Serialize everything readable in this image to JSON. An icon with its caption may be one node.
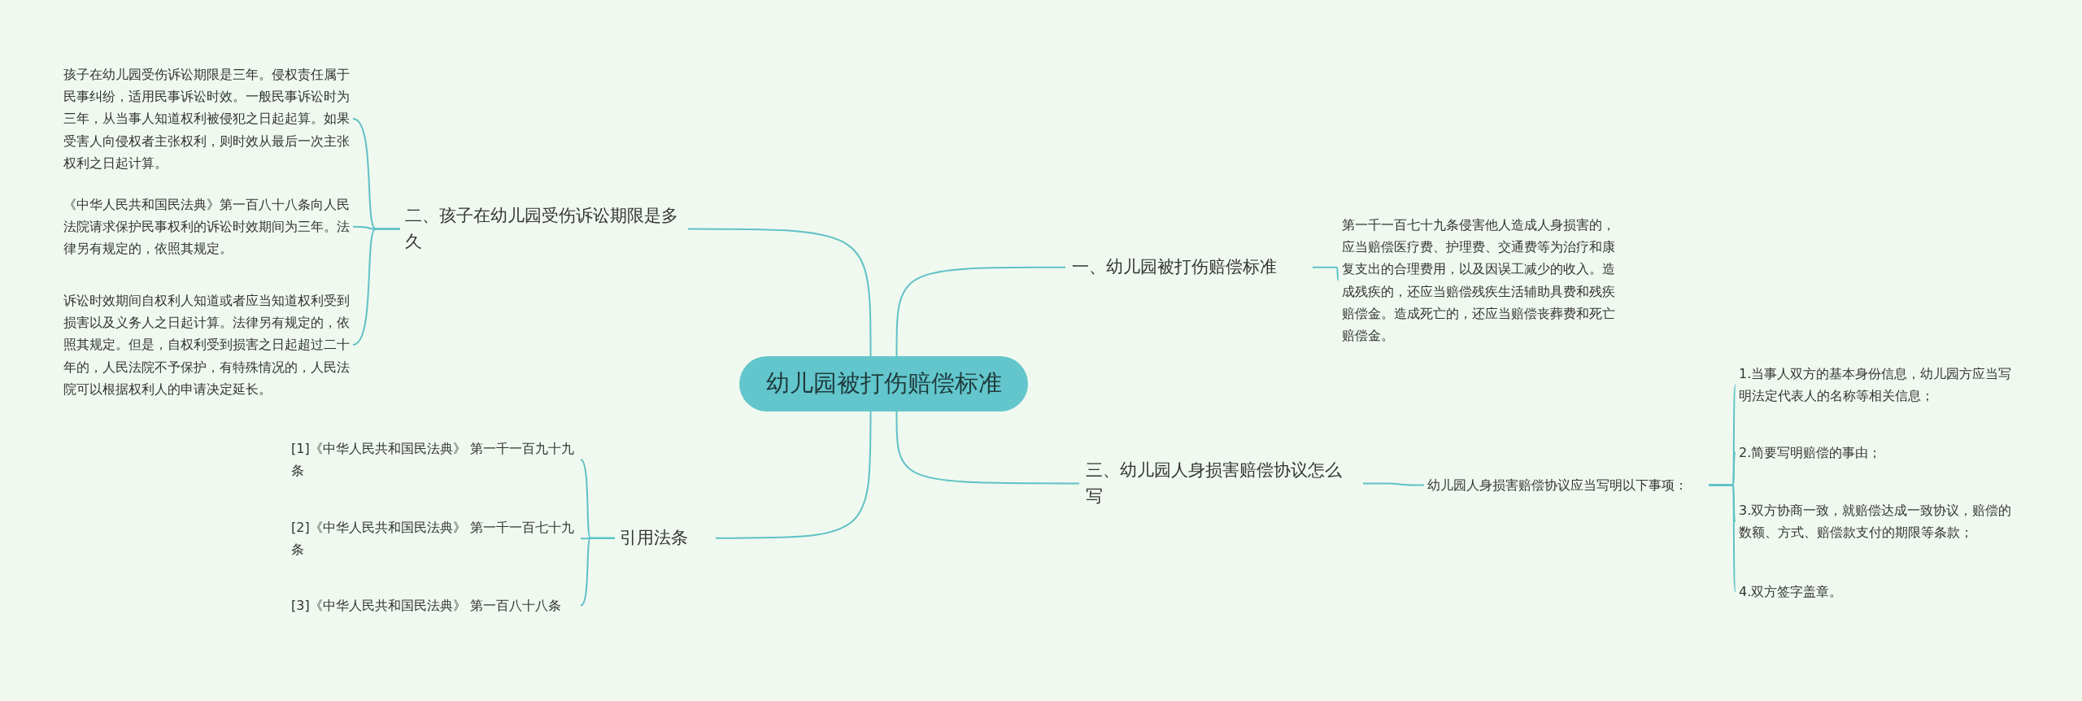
{
  "diagram": {
    "nodes": [
      {
        "text": [
          "幼儿园被打伤赔偿标准"
        ]
      },
      {
        "text": [
          "一、幼儿园被打伤赔偿标准"
        ]
      },
      {
        "text": [
          "第一千一百七十九条侵害他人造成人身损害的，应当赔偿医疗费、护理费、交通费等为治疗和康复支出的合理费用，以及因误工减少的收入。造成残疾的，还应当赔偿残疾生活辅助具费和残疾赔偿金。造成死亡的，还应当赔偿丧葬费和死亡赔偿金。"
        ]
      },
      {
        "text": [
          "二、孩子在幼儿园受伤诉讼期限是多久"
        ]
      },
      {
        "text": [
          "孩子在幼儿园受伤诉讼期限是三年。侵权责任属于民事纠纷，适用民事诉讼时效。一般民事诉讼时为三年，从当事人知道权利被侵犯之日起起算。如果受害人向侵权者主张权利，则时效从最后一次主张权利之日起计算。"
        ]
      },
      {
        "text": [
          "《中华人民共和国民法典》第一百八十八条向人民法院请求保护民事权利的诉讼时效期间为三年。法律另有规定的，依照其规定。"
        ]
      },
      {
        "text": [
          "诉讼时效期间自权利人知道或者应当知道权利受到损害以及义务人之日起计算。法律另有规定的，依照其规定。但是，自权利受到损害之日起超过二十年的，人民法院不予保护，有特殊情况的，人民法院可以根据权利人的申请决定延长。"
        ]
      },
      {
        "text": [
          "三、幼儿园人身损害赔偿协议怎么写"
        ]
      },
      {
        "text": [
          "幼儿园人身损害赔偿协议应当写明以下事项："
        ]
      },
      {
        "text": [
          "1.当事人双方的基本身份信息，幼儿园方应当写明法定代表人的名称等相关信息；"
        ]
      },
      {
        "text": [
          "2.简要写明赔偿的事由；"
        ]
      },
      {
        "text": [
          "3.双方协商一致，就赔偿达成一致协议，赔偿的数额、方式、赔偿款支付的期限等条款；"
        ]
      },
      {
        "text": [
          "4.双方签字盖章。"
        ]
      },
      {
        "text": [
          "引用法条"
        ]
      },
      {
        "text": [
          "[1]《中华人民共和国民法典》 第一千一百九十九条"
        ]
      },
      {
        "text": [
          "[2]《中华人民共和国民法典》 第一千一百七十九条"
        ]
      },
      {
        "text": [
          "[3]《中华人民共和国民法典》 第一百八十八条"
        ]
      }
    ],
    "edges": [
      {
        "from": 0,
        "to": 1,
        "arrow": "none"
      },
      {
        "from": 1,
        "to": 2,
        "arrow": "none"
      },
      {
        "from": 0,
        "to": 3,
        "arrow": "none"
      },
      {
        "from": 3,
        "to": 4,
        "arrow": "none"
      },
      {
        "from": 3,
        "to": 5,
        "arrow": "none"
      },
      {
        "from": 3,
        "to": 6,
        "arrow": "none"
      },
      {
        "from": 0,
        "to": 7,
        "arrow": "none"
      },
      {
        "from": 7,
        "to": 8,
        "arrow": "none"
      },
      {
        "from": 8,
        "to": 9,
        "arrow": "none"
      },
      {
        "from": 8,
        "to": 10,
        "arrow": "none"
      },
      {
        "from": 8,
        "to": 11,
        "arrow": "none"
      },
      {
        "from": 8,
        "to": 12,
        "arrow": "none"
      },
      {
        "from": 0,
        "to": 13,
        "arrow": "none"
      },
      {
        "from": 13,
        "to": 14,
        "arrow": "none"
      },
      {
        "from": 13,
        "to": 15,
        "arrow": "none"
      },
      {
        "from": 13,
        "to": 16,
        "arrow": "none"
      }
    ]
  }
}
